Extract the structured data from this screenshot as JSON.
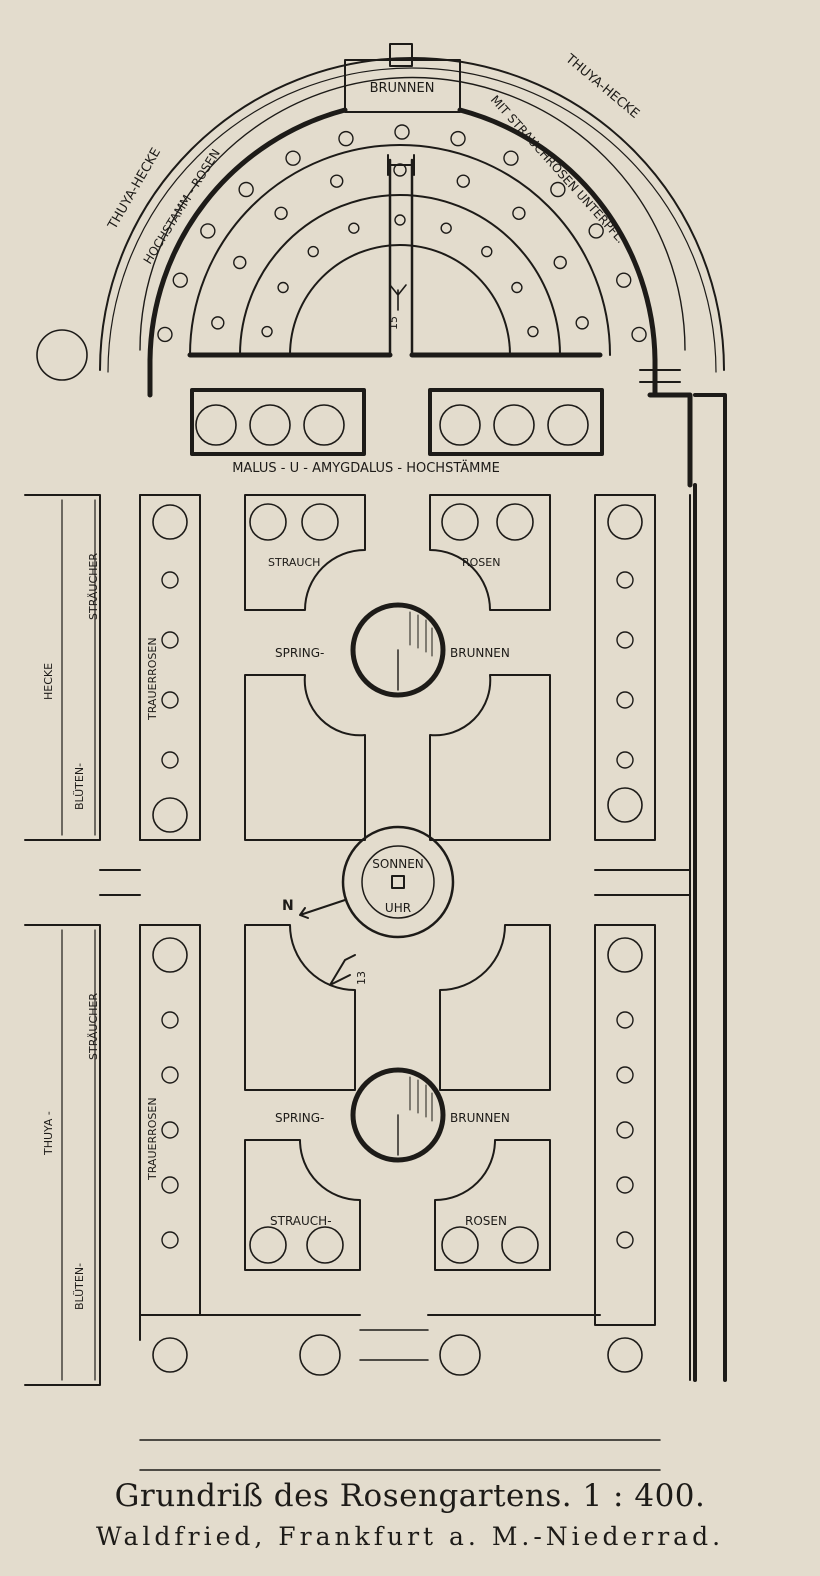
{
  "caption": {
    "title": "Grundriß des Rosengartens.  1 : 400.",
    "subtitle": "Waldfried, Frankfurt a. M.-Niederrad."
  },
  "labels": {
    "brunnen_top": "BRUNNEN",
    "thuya_hecke_left": "THUYA-HECKE",
    "hochstamm_rosen": "HOCHSTAMM - ROSEN",
    "thuya_hecke_right": "THUYA-HECKE",
    "mit_strauchrosen": "MIT STRAUCHROSEN UNTERPFL.",
    "malus": "MALUS - U - AMYGDALUS - HOCHSTÄMME",
    "strauch_upper": "STRAUCH",
    "rosen_upper": "ROSEN",
    "spring_upper": "SPRING-",
    "brunnen_upper": "BRUNNEN",
    "sonnen": "SONNEN",
    "uhr": "UHR",
    "north": "N",
    "spring_lower": "SPRING-",
    "brunnen_lower": "BRUNNEN",
    "strauch_lower": "STRAUCH-",
    "rosen_lower": "ROSEN",
    "trauerrosen_upper": "TRAUERROSEN",
    "trauerrosen_lower": "TRAUERROSEN",
    "hecke": "HECKE",
    "bluten_upper": "BLÜTEN-",
    "straucher_upper": "STRÄUCHER",
    "thuya": "THUYA -",
    "bluten_lower": "BLÜTEN-",
    "straucher_lower": "STRÄUCHER",
    "viewpoint_15": "15",
    "viewpoint_13": "13"
  },
  "colors": {
    "paper": "#e3dccd",
    "ink": "#1d1b18"
  }
}
